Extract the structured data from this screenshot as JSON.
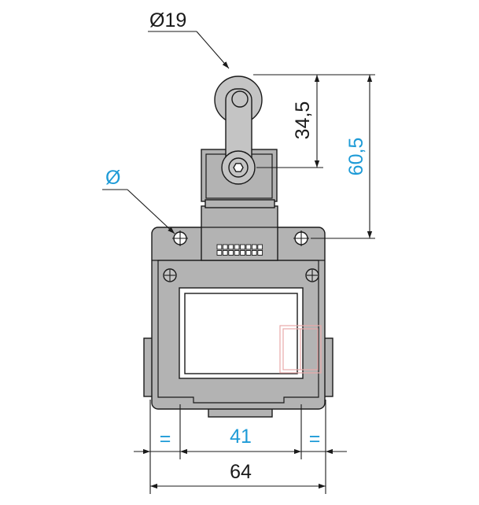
{
  "dimensions": {
    "roller_diameter": "Ø19",
    "roller_to_pivot": "34,5",
    "roller_to_mount_hole": "60,5",
    "mount_hole_diameter": "Ø",
    "left_equal": "=",
    "hole_spacing": "41",
    "right_equal": "=",
    "overall_width": "64"
  },
  "colors": {
    "dimension_blue": "#1e9bd7",
    "dimension_black": "#1a1a1a",
    "body_gray": "#b3b3b3",
    "seal_red": "#e9a9a9"
  }
}
